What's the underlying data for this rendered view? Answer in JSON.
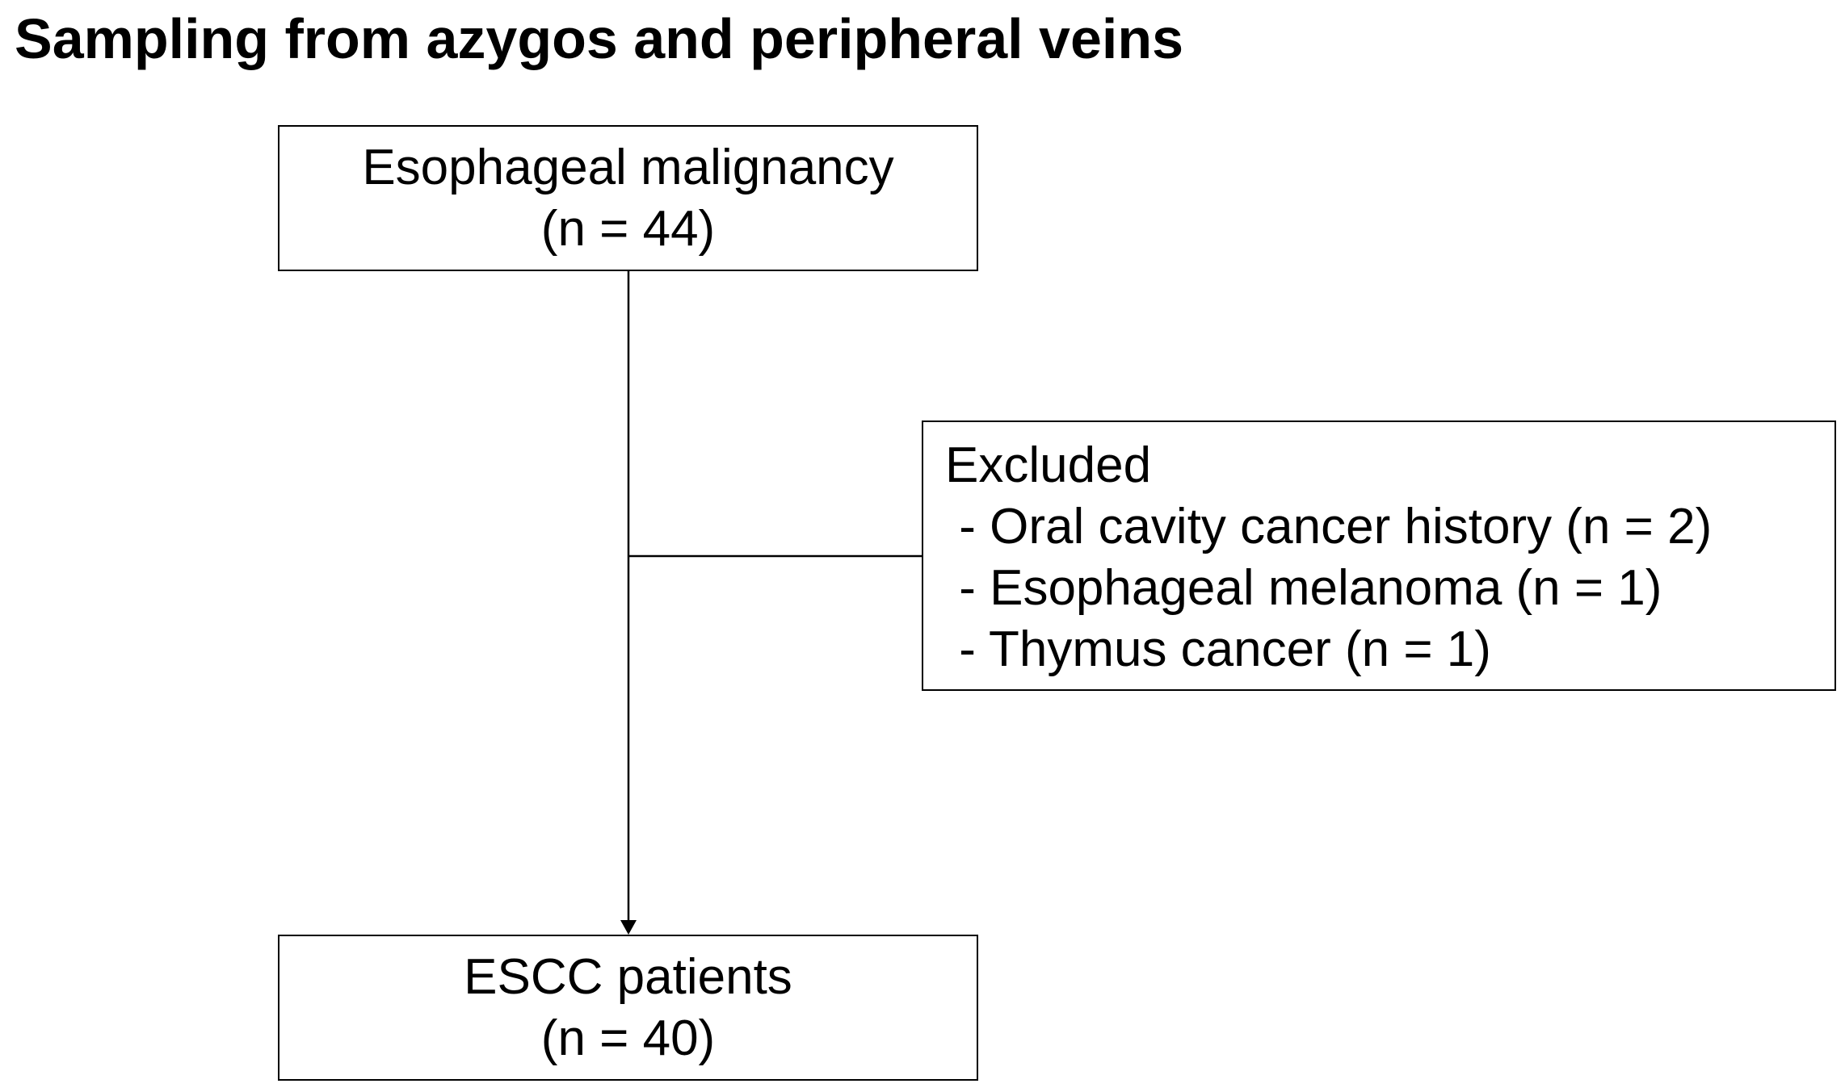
{
  "title": "Sampling from azygos and peripheral veins",
  "nodes": {
    "start": {
      "label": "Esophageal malignancy",
      "count": "(n = 44)"
    },
    "excluded": {
      "heading": "Excluded",
      "items": [
        " - Oral cavity cancer history (n = 2)",
        " - Esophageal melanoma (n = 1)",
        " - Thymus cancer (n = 1)"
      ]
    },
    "end": {
      "label": "ESCC patients",
      "count": "(n = 40)"
    }
  },
  "edges": [
    {
      "from": "start",
      "to": "end",
      "style": "arrow"
    },
    {
      "from": "start",
      "to": "excluded",
      "style": "branch-line"
    }
  ],
  "colors": {
    "line": "#000000",
    "box_border": "#000000",
    "background": "#ffffff"
  }
}
